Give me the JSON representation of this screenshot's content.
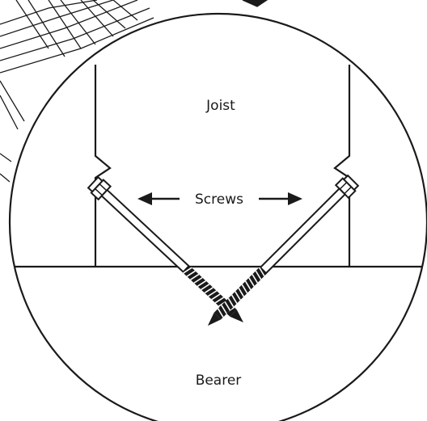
{
  "labels": {
    "joist": "Joist",
    "screws": "Screws",
    "bearer": "Bearer"
  },
  "colors": {
    "ink": "#1a1a1a",
    "background": "#ffffff"
  }
}
